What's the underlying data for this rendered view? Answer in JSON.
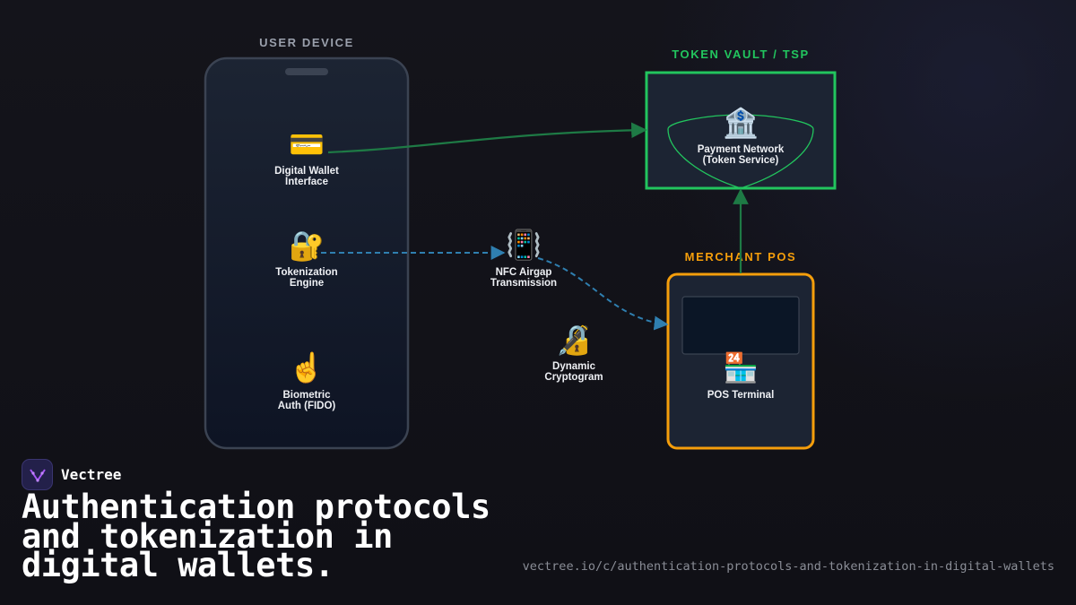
{
  "diagram": {
    "groups": {
      "user_device": {
        "title": "USER DEVICE",
        "color": "#9aa0ac"
      },
      "token_vault": {
        "title": "TOKEN VAULT / TSP",
        "color": "#22c55e"
      },
      "merchant_pos": {
        "title": "MERCHANT POS",
        "color": "#f59e0b"
      }
    },
    "nodes": {
      "wallet": {
        "icon": "credit-card-icon",
        "glyph": "💳",
        "label_lines": [
          "Digital Wallet",
          "Interface"
        ]
      },
      "tokenization": {
        "icon": "lock-with-key-icon",
        "glyph": "🔐",
        "label_lines": [
          "Tokenization",
          "Engine"
        ]
      },
      "biometric": {
        "icon": "pointing-finger-icon",
        "glyph": "☝️",
        "label_lines": [
          "Biometric",
          "Auth (FIDO)"
        ]
      },
      "nfc": {
        "icon": "vibrating-phone-icon",
        "glyph": "📳",
        "label_lines": [
          "NFC Airgap",
          "Transmission"
        ]
      },
      "cryptogram": {
        "icon": "lock-with-pen-icon",
        "glyph": "🔏",
        "label_lines": [
          "Dynamic",
          "Cryptogram"
        ]
      },
      "payment_network": {
        "icon": "bank-icon",
        "glyph": "🏦",
        "label_lines": [
          "Payment Network",
          "(Token Service)"
        ]
      },
      "pos_terminal": {
        "icon": "convenience-store-icon",
        "glyph": "🏪",
        "label_lines": [
          "POS Terminal"
        ]
      }
    },
    "edge_colors": {
      "settlement": "#1e7a45",
      "nfc": "#2f7fb0",
      "merchant": "#1e7a45"
    }
  },
  "branding": {
    "name": "Vectree",
    "headline_lines": [
      "Authentication protocols",
      "and tokenization in",
      "digital wallets."
    ],
    "url": "vectree.io/c/authentication-protocols-and-tokenization-in-digital-wallets",
    "logo_color": "#a855f7"
  }
}
